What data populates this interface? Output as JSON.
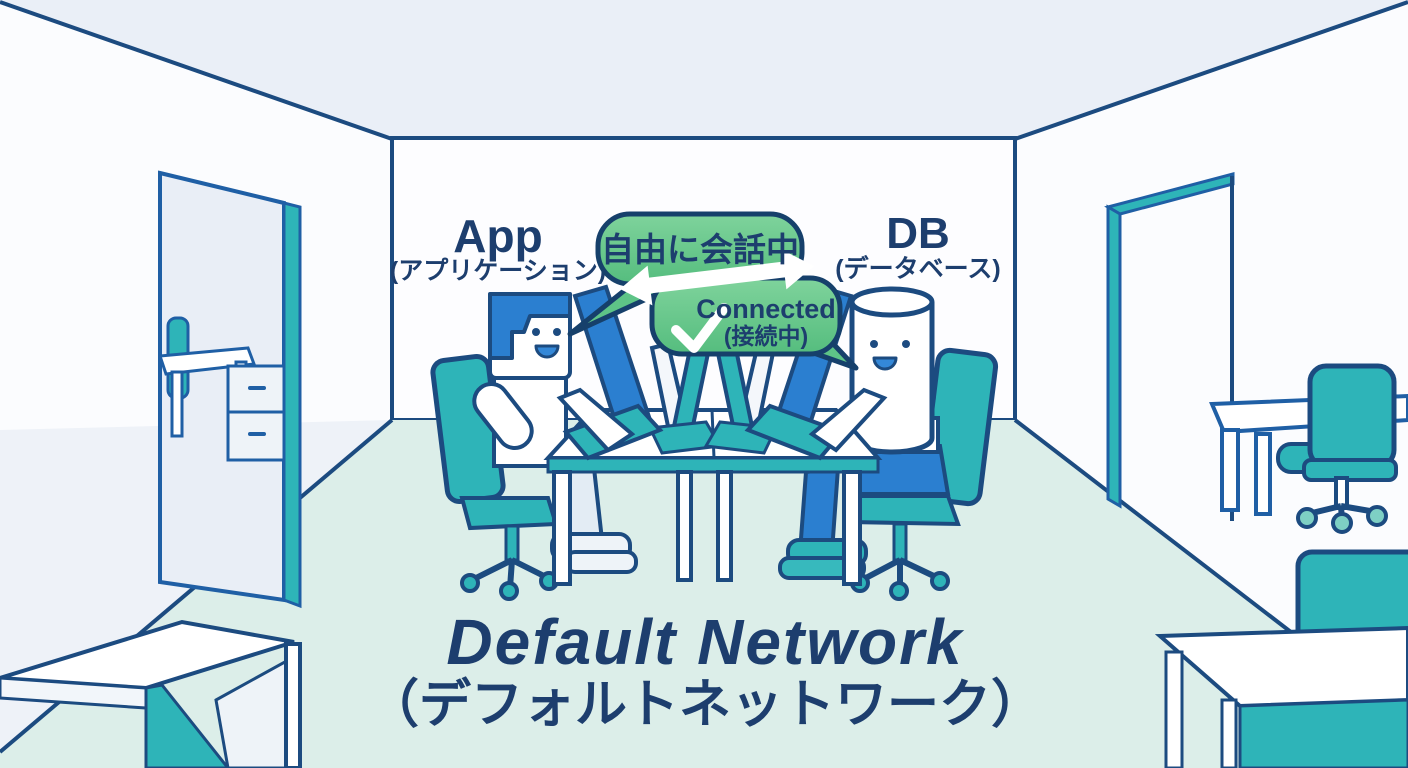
{
  "scene": {
    "caption": {
      "title_en": "Default Network",
      "title_ja": "（デフォルトネットワーク）"
    },
    "characters": {
      "app": {
        "label": "App",
        "label_ja": "(アプリケーション)"
      },
      "db": {
        "label": "DB",
        "label_ja": "(データベース)"
      }
    },
    "speech": {
      "free_talk": "自由に会話中",
      "connected_en": "Connected",
      "connected_ja": "(接続中)"
    },
    "colors": {
      "outline_navy": "#1c4b80",
      "text_navy": "#1d3e6e",
      "teal": "#2eb4b8",
      "accent_blue": "#2b7fd0",
      "bubble_green": "#5ec487",
      "floor_mint": "#dceee9",
      "ceiling": "#eaeff7",
      "wall": "#fbfcfe"
    }
  }
}
